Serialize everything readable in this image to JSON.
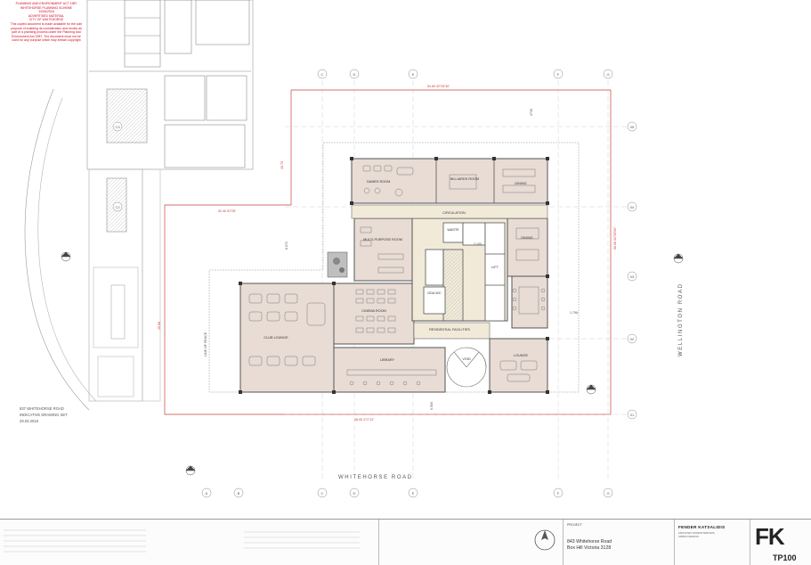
{
  "stamp": {
    "lines": [
      "PLANNING AND ENVIRONMENT ACT 1987",
      "WHITEHORSE PLANNING SCHEME",
      "14/06/2018",
      "ADVERTISED MATERIAL",
      "CITY OF WHITEHORSE",
      "This copied document is made available for the sole",
      "purpose of enabling its consideration and review as",
      "part of a planning process under the Planning and",
      "Environment Act 1987. The document must not be",
      "used for any purpose which may breach copyright"
    ]
  },
  "rooms": {
    "games": "GAMES ROOM",
    "billiards": "BILLIARDS ROOM",
    "dining_top": "DINING",
    "circulation": "CIRCULATION",
    "multi_purpose": "MULTI-PURPOSE ROOM",
    "waste": "WASTE",
    "lift": "LIFT",
    "dining": "DINING",
    "cinema": "CINEMA ROOM",
    "club_lounge": "CLUB LOUNGE",
    "dda_wc": "DDA WC",
    "residential": "RESIDENTIAL FACILITIES",
    "library": "LIBRARY",
    "void": "VOID",
    "lounge": "LOUNGE"
  },
  "dims": {
    "top": "54.60  92°05'30\"",
    "left": "52.40  91°05'",
    "right_top": "56.06  02°05'00\"",
    "bottom": "48.05  271°12'",
    "north_dim": "3730",
    "w_dim": "10.70",
    "side_dim": "8.072",
    "left_long": "25.58",
    "corridor": "2.100",
    "east_off": "1.796",
    "bottom_off": "6.500",
    "left_side": "LINE OF FENCE"
  },
  "roads": {
    "whitehorse": "WHITEHORSE ROAD",
    "wellington": "WELLINGTON ROAD"
  },
  "neighbour_note": {
    "line1": "837 WHITEHORSE ROAD",
    "line2": "INDICATIVE DRAWING SET",
    "line3": "29.03.2018"
  },
  "grid": {
    "top": [
      "C",
      "D",
      "E",
      "F",
      "G"
    ],
    "right": [
      "05",
      "04",
      "03",
      "02",
      "01"
    ],
    "bottom": [
      "A",
      "B",
      "C",
      "D",
      "E",
      "F",
      "G"
    ],
    "left": [
      "C3",
      "C2"
    ]
  },
  "titleblock": {
    "project": "PROJECT",
    "address1": "843 Whitehorse Road",
    "address2": "Box Hill Victoria 3128",
    "firm": "FENDER KATSALIDIS",
    "firm_sub1": "ARCHITECTURE/INTERIORS",
    "firm_sub2": "URBAN DESIGN",
    "logo": "FK",
    "sheet_no": "TP100"
  },
  "colors": {
    "room_fill": "#e8dcd4",
    "core_fill": "#f1ead9",
    "stamp_red": "#d0021b",
    "boundary_red": "#c8433a",
    "line": "#555555"
  }
}
